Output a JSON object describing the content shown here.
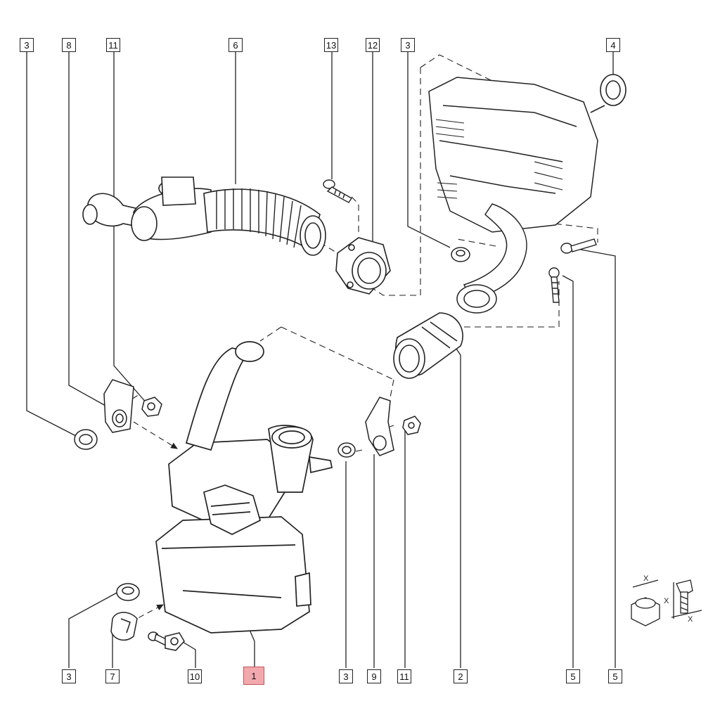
{
  "callouts": [
    {
      "id": "c3-top-left",
      "label": "3"
    },
    {
      "id": "c8-top",
      "label": "8"
    },
    {
      "id": "c11-top",
      "label": "11"
    },
    {
      "id": "c6-top",
      "label": "6"
    },
    {
      "id": "c13-top",
      "label": "13"
    },
    {
      "id": "c12-top",
      "label": "12"
    },
    {
      "id": "c3-top-mid",
      "label": "3"
    },
    {
      "id": "c4-top",
      "label": "4"
    },
    {
      "id": "c3-bottom-left",
      "label": "3"
    },
    {
      "id": "c7-bottom",
      "label": "7"
    },
    {
      "id": "c10-bottom",
      "label": "10"
    },
    {
      "id": "c1-bottom",
      "label": "1",
      "highlight": true
    },
    {
      "id": "c3-bottom-mid",
      "label": "3"
    },
    {
      "id": "c9-bottom",
      "label": "9"
    },
    {
      "id": "c11-bottom",
      "label": "11"
    },
    {
      "id": "c2-bottom",
      "label": "2"
    },
    {
      "id": "c5-bottom-a",
      "label": "5"
    },
    {
      "id": "c5-bottom-b",
      "label": "5"
    }
  ],
  "legend": {
    "x_label": "X"
  },
  "colors": {
    "line": "#222222",
    "highlight_fill": "#f2a9ae",
    "highlight_border": "#c0555c"
  }
}
